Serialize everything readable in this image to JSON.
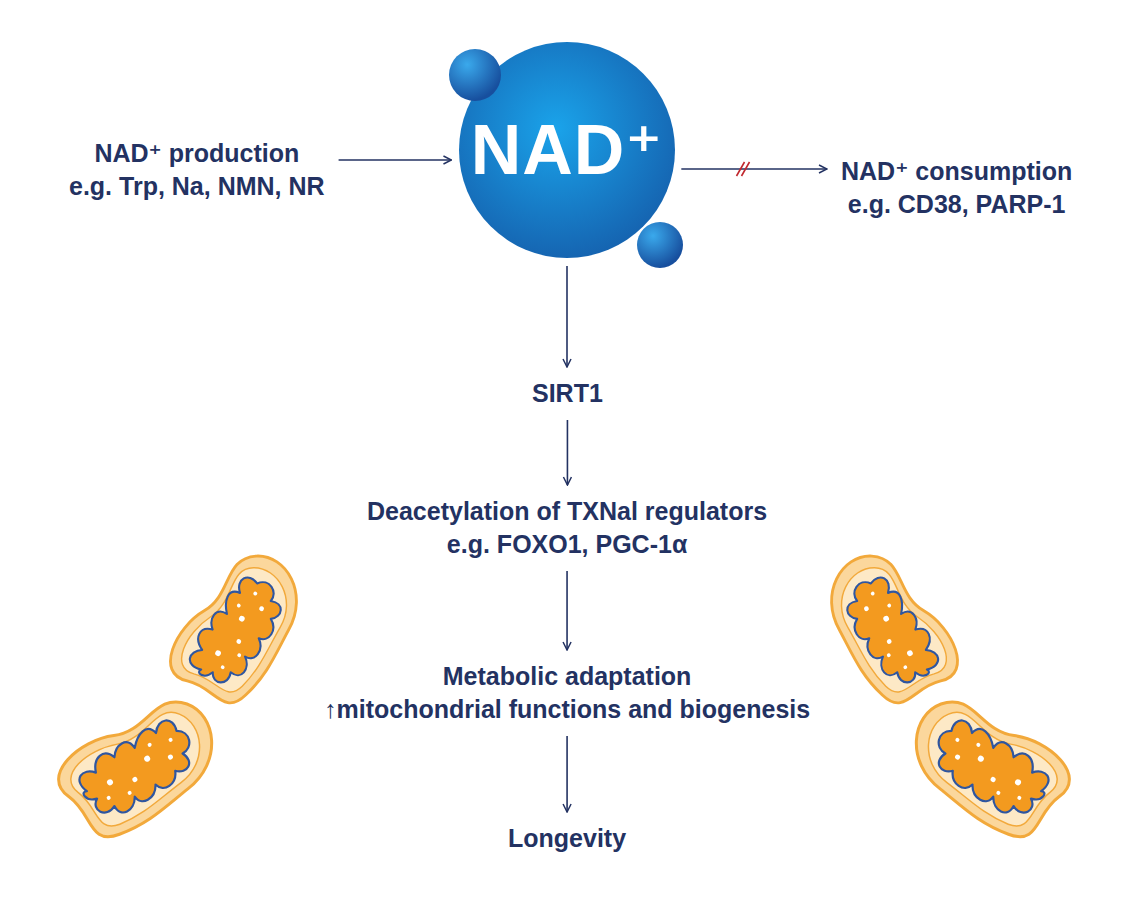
{
  "diagram": {
    "nodes": [
      {
        "text": [
          "NAD⁺ production",
          "e.g. Trp, Na, NMN, NR"
        ]
      },
      {
        "text": [
          "NAD⁺"
        ]
      },
      {
        "text": [
          "NAD⁺ consumption",
          "e.g. CD38, PARP-1"
        ]
      },
      {
        "text": [
          "SIRT1"
        ]
      },
      {
        "text": [
          "Deacetylation of TXNal regulators",
          "e.g. FOXO1, PGC-1α"
        ]
      },
      {
        "text": [
          "Metabolic adaptation",
          "↑mitochondrial functions and biogenesis"
        ]
      },
      {
        "text": [
          "Longevity"
        ]
      }
    ],
    "edges": [
      {
        "from": 0,
        "to": 1,
        "arrow": "to"
      },
      {
        "from": 1,
        "to": 2,
        "arrow": "to"
      },
      {
        "from": 1,
        "to": 3,
        "arrow": "to"
      },
      {
        "from": 3,
        "to": 4,
        "arrow": "to"
      },
      {
        "from": 4,
        "to": 5,
        "arrow": "to"
      },
      {
        "from": 5,
        "to": 6,
        "arrow": "to"
      }
    ]
  }
}
